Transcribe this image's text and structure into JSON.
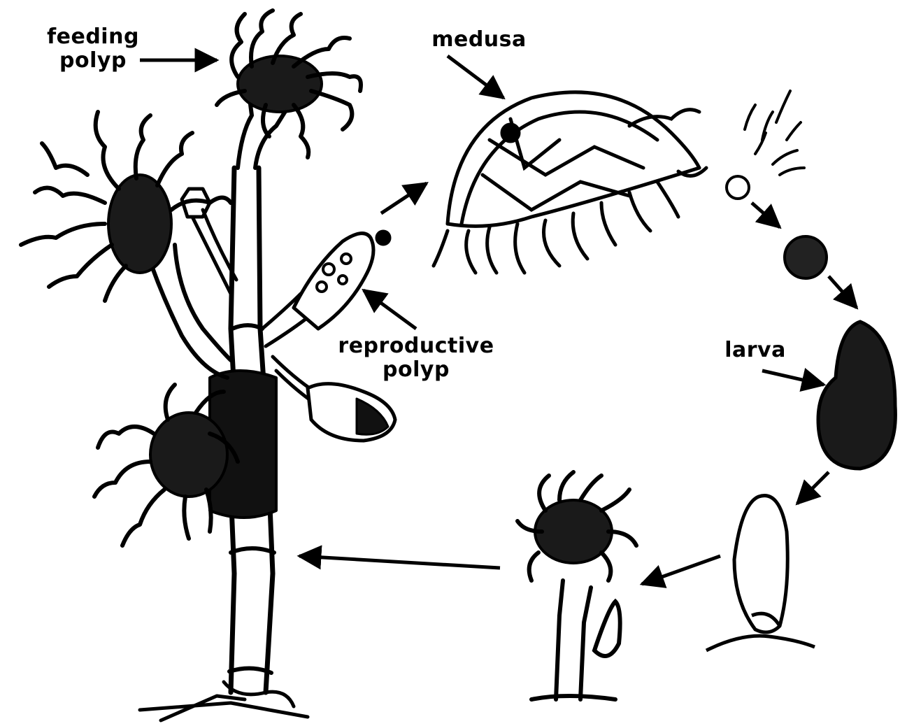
{
  "labels": {
    "feeding_polyp": [
      "feeding",
      "polyp"
    ],
    "medusa": "medusa",
    "reproductive_polyp": [
      "reproductive",
      "polyp"
    ],
    "larva": "larva"
  },
  "colors": {
    "ink": "#000000",
    "paper": "#ffffff"
  }
}
